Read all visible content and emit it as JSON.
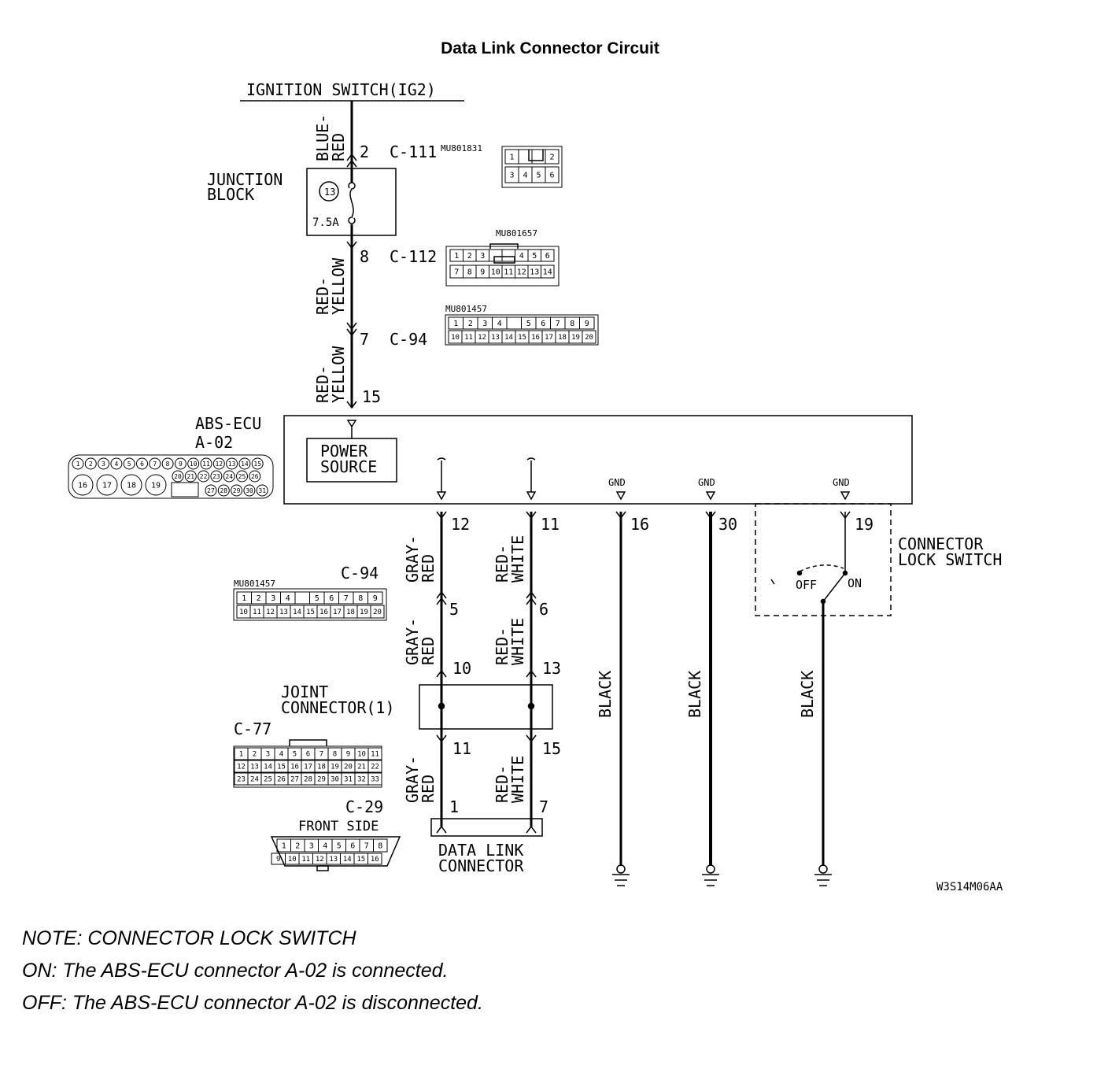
{
  "title": "Data Link Connector Circuit",
  "labels": {
    "ignition": "IGNITION SWITCH(IG2)",
    "junction_block_1": "JUNCTION",
    "junction_block_2": "BLOCK",
    "fuse_no": "13",
    "fuse_rating": "7.5A",
    "abs_ecu": "ABS-ECU",
    "abs_conn": "A-02",
    "power_source_1": "POWER",
    "power_source_2": "SOURCE",
    "gnd": "GND",
    "connector_lock_1": "CONNECTOR",
    "connector_lock_2": "LOCK SWITCH",
    "off": "OFF",
    "on": "ON",
    "joint_connector_1": "JOINT",
    "joint_connector_2": "CONNECTOR(1)",
    "data_link_1": "DATA LINK",
    "data_link_2": "CONNECTOR",
    "front_side": "FRONT SIDE",
    "figure_code": "W3S14M06AA"
  },
  "connectors": {
    "c111": "C-111",
    "c112": "C-112",
    "c94_top": "C-94",
    "c94_side": "C-94",
    "c77": "C-77",
    "c29": "C-29",
    "part_c111": "MU801831",
    "part_c112": "MU801657",
    "part_c94_top": "MU801457",
    "part_c94_side": "MU801457"
  },
  "pins": {
    "c111_pin": "2",
    "c112_pin": "8",
    "c94_pin": "7",
    "ecu_power_pin": "15",
    "p12": "12",
    "p11": "11",
    "p16": "16",
    "p30": "30",
    "p19": "19",
    "c94_gray": "5",
    "c94_red": "6",
    "jc_gray_in": "10",
    "jc_red_in": "13",
    "jc_gray_out": "11",
    "jc_red_out": "15",
    "dlc_gray": "1",
    "dlc_red": "7"
  },
  "wires": {
    "blue_red_1": "BLUE-",
    "blue_red_2": "RED",
    "red_yellow_1": "RED-",
    "red_yellow_2": "YELLOW",
    "gray_red_1": "GRAY-",
    "gray_red_2": "RED",
    "red_white_1": "RED-",
    "red_white_2": "WHITE",
    "black": "BLACK"
  },
  "pinouts": {
    "c111": {
      "top": [
        "1",
        "",
        "",
        "2"
      ],
      "bottom": [
        "3",
        "4",
        "5",
        "6"
      ]
    },
    "c112": {
      "top": [
        "1",
        "2",
        "3",
        "",
        "",
        "4",
        "5",
        "6"
      ],
      "bottom": [
        "7",
        "8",
        "9",
        "10",
        "11",
        "12",
        "13",
        "14"
      ]
    },
    "c94": {
      "top": [
        "1",
        "2",
        "3",
        "4",
        "",
        "5",
        "6",
        "7",
        "8",
        "9"
      ],
      "bottom": [
        "10",
        "11",
        "12",
        "13",
        "14",
        "15",
        "16",
        "17",
        "18",
        "19",
        "20"
      ]
    },
    "a02": {
      "top": [
        "1",
        "2",
        "3",
        "4",
        "5",
        "6",
        "7",
        "8",
        "9",
        "10",
        "11",
        "12",
        "13",
        "14",
        "15"
      ],
      "big": [
        "16",
        "17",
        "18",
        "19"
      ],
      "mid": [
        "20",
        "21",
        "22",
        "23",
        "24",
        "25",
        "26"
      ],
      "bottom": [
        "27",
        "28",
        "29",
        "30",
        "31"
      ]
    },
    "c77": {
      "row1": [
        "1",
        "2",
        "3",
        "4",
        "5",
        "6",
        "7",
        "8",
        "9",
        "10",
        "11"
      ],
      "row2": [
        "12",
        "13",
        "14",
        "15",
        "16",
        "17",
        "18",
        "19",
        "20",
        "21",
        "22"
      ],
      "row3": [
        "23",
        "24",
        "25",
        "26",
        "27",
        "28",
        "29",
        "30",
        "31",
        "32",
        "33"
      ]
    },
    "c29": {
      "top": [
        "1",
        "2",
        "3",
        "4",
        "5",
        "6",
        "7",
        "8"
      ],
      "bottom": [
        "9",
        "10",
        "11",
        "12",
        "13",
        "14",
        "15",
        "16"
      ]
    }
  },
  "notes": {
    "line1": "NOTE: CONNECTOR LOCK SWITCH",
    "line2": "ON: The ABS-ECU connector A-02 is connected.",
    "line3": "OFF: The ABS-ECU connector A-02 is disconnected."
  }
}
